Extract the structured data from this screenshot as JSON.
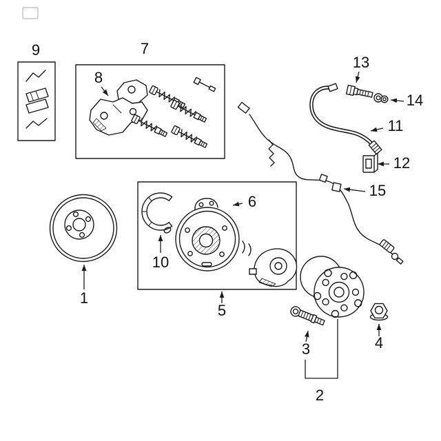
{
  "figure": {
    "background": "#ffffff",
    "line_color": "#1a1a1a",
    "description_visible_text_only": true
  },
  "callouts": {
    "c1": "1",
    "c2": "2",
    "c3": "3",
    "c4": "4",
    "c5": "5",
    "c6": "6",
    "c7": "7",
    "c8": "8",
    "c9": "9",
    "c10": "10",
    "c11": "11",
    "c12": "12",
    "c13": "13",
    "c14": "14",
    "c15": "15"
  }
}
